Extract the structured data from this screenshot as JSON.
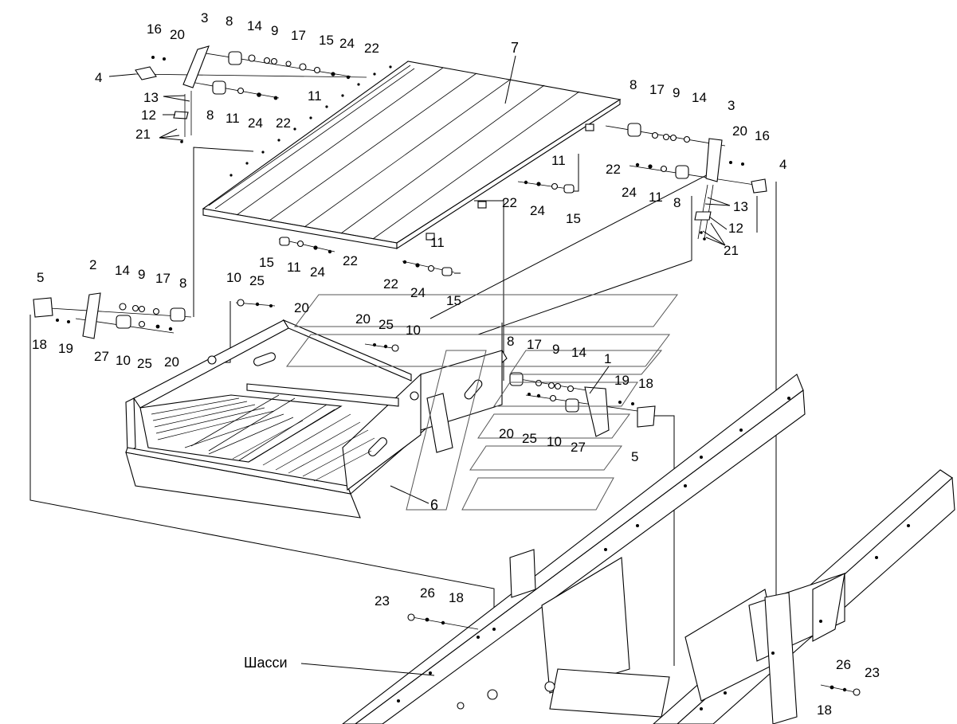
{
  "labels": {
    "chassis": "Шасси",
    "tl_16": "16",
    "tl_20": "20",
    "tl_3": "3",
    "tl_8": "8",
    "tl_14": "14",
    "tl_9": "9",
    "tl_17": "17",
    "tl_15": "15",
    "tl_24": "24",
    "tl_22": "22",
    "tl_4": "4",
    "tl_13": "13",
    "tl_12": "12",
    "tl_21": "21",
    "tl_8b": "8",
    "tl_11": "11",
    "tl_24b": "24",
    "tl_22b": "22",
    "cover_7": "7",
    "tr_8": "8",
    "tr_17": "17",
    "tr_9": "9",
    "tr_14": "14",
    "tr_3": "3",
    "tr_20": "20",
    "tr_16": "16",
    "tr_4": "4",
    "tr_22": "22",
    "tr_24": "24",
    "tr_11": "11",
    "tr_8b": "8",
    "tr_13": "13",
    "tr_12": "12",
    "tr_21": "21",
    "cm_11": "11",
    "cm_22": "22",
    "cm_24": "24",
    "cm_15": "15",
    "bl_15": "15",
    "bl_11": "11",
    "bl_24": "24",
    "bl_22": "22",
    "br_11": "11",
    "br_22": "22",
    "br_24": "24",
    "br_15": "15",
    "ml_5": "5",
    "ml_2": "2",
    "ml_14": "14",
    "ml_9": "9",
    "ml_17": "17",
    "ml_8": "8",
    "ml_18": "18",
    "ml_19": "19",
    "ml_27": "27",
    "ml_10": "10",
    "ml_25": "25",
    "ml_20": "20",
    "mc_10": "10",
    "mc_25": "25",
    "mc_20": "20",
    "mc2_20": "20",
    "mc2_25": "25",
    "mc2_10": "10",
    "mr_8": "8",
    "mr_17": "17",
    "mr_9": "9",
    "mr_14": "14",
    "mr_1": "1",
    "mr_19": "19",
    "mr_18": "18",
    "mr_20": "20",
    "mr_25": "25",
    "mr_10": "10",
    "mr_27": "27",
    "mr_5": "5",
    "sieve_6": "6",
    "ch_23": "23",
    "ch_26": "26",
    "ch_18": "18",
    "chr_26": "26",
    "chr_23": "23",
    "chr_18": "18"
  }
}
